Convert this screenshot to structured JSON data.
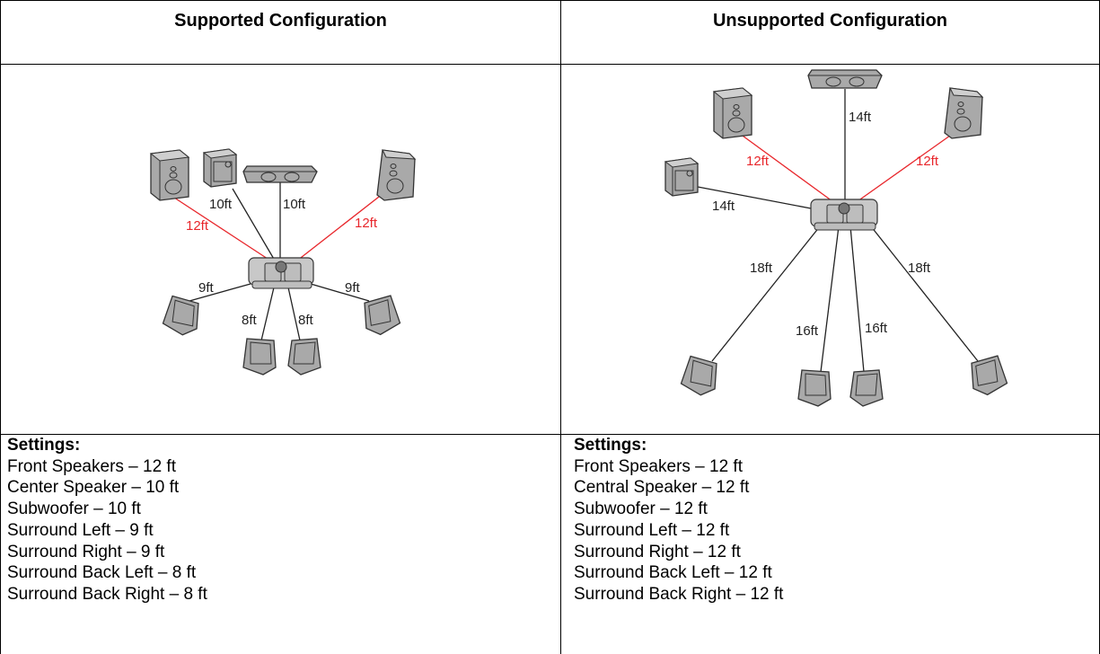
{
  "columns": [
    {
      "header": "Supported Configuration",
      "settings_title": "Settings:",
      "settings": [
        "Front Speakers – 12 ft",
        "Center Speaker – 10 ft",
        "Subwoofer – 10 ft",
        "Surround Left – 9 ft",
        "Surround Right – 9 ft",
        "Surround Back Left – 8 ft",
        "Surround Back Right – 8 ft"
      ],
      "distance_labels": {
        "front_left": "12ft",
        "front_right": "12ft",
        "subwoofer": "10ft",
        "center": "10ft",
        "surround_left": "9ft",
        "surround_right": "9ft",
        "back_left": "8ft",
        "back_right": "8ft"
      }
    },
    {
      "header": "Unsupported Configuration",
      "settings_title": "Settings:",
      "settings": [
        "Front Speakers – 12 ft",
        "Central Speaker – 12 ft",
        "Subwoofer – 12 ft",
        "Surround Left – 12 ft",
        "Surround Right – 12 ft",
        "Surround Back Left – 12 ft",
        "Surround Back Right – 12 ft"
      ],
      "distance_labels": {
        "center": "14ft",
        "front_left": "12ft",
        "front_right": "12ft",
        "subwoofer": "14ft",
        "surround_left": "18ft",
        "surround_right": "18ft",
        "back_left": "16ft",
        "back_right": "16ft"
      }
    }
  ],
  "colors": {
    "front_line": "#e8262b",
    "other_line": "#222222",
    "speaker_fill": "#a9a9a9",
    "speaker_stroke": "#333333",
    "couch_fill": "#c8c8c8"
  }
}
